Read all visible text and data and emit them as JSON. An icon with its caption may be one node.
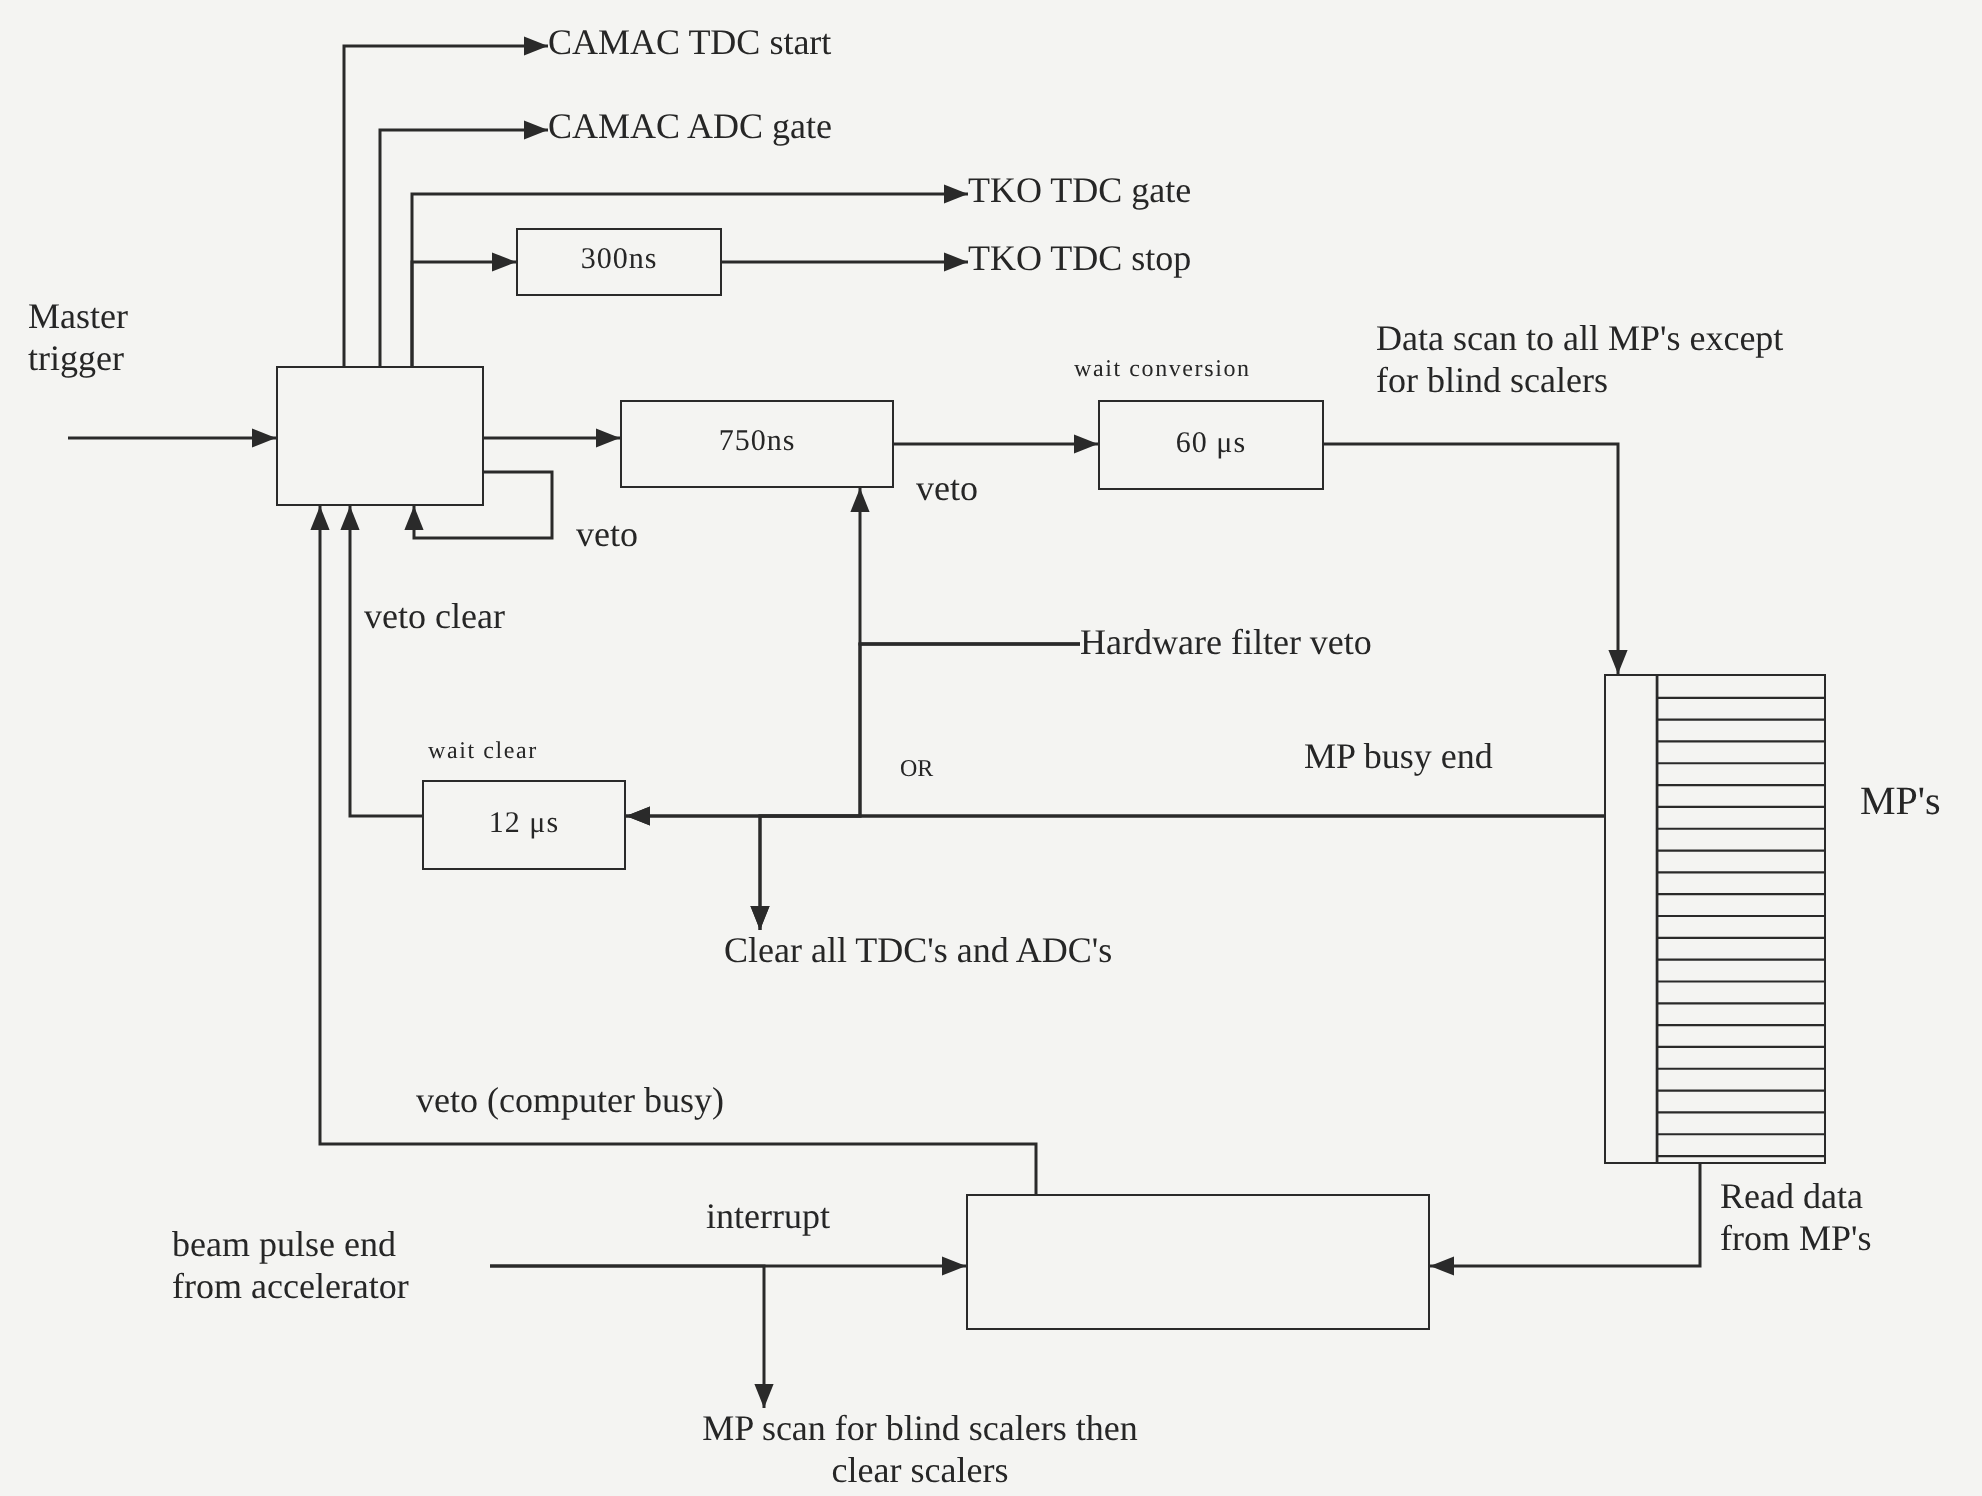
{
  "diagram": {
    "nodes": [
      {
        "text": [
          "Master trigger"
        ]
      },
      {
        "text": [],
        "shape": "box"
      },
      {
        "text": [
          "CAMAC TDC start"
        ]
      },
      {
        "text": [
          "CAMAC ADC gate"
        ]
      },
      {
        "text": [
          "TKO TDC gate"
        ]
      },
      {
        "text": [
          "300ns"
        ]
      },
      {
        "text": [
          "TKO TDC stop"
        ]
      },
      {
        "text": [
          "750ns"
        ]
      },
      {
        "text": [
          "60 μs"
        ],
        "beside": [
          "wait conversion"
        ]
      },
      {
        "text": [],
        "shape": "box",
        "beside": [
          "MP's"
        ]
      },
      {
        "text": [
          "Hardware filter veto"
        ]
      },
      {
        "text": [
          "12 μs"
        ],
        "beside": [
          "wait clear"
        ]
      },
      {
        "text": [
          "Clear all TDC's and ADC's"
        ]
      },
      {
        "text": [],
        "shape": "box"
      },
      {
        "text": [
          "beam pulse end from accelerator"
        ]
      },
      {
        "text": [
          "MP scan for blind scalers then clear scalers"
        ]
      }
    ],
    "edges": [
      {
        "from": 0,
        "to": 1,
        "arrow": "to"
      },
      {
        "from": 1,
        "to": 2,
        "arrow": "to"
      },
      {
        "from": 1,
        "to": 3,
        "arrow": "to"
      },
      {
        "from": 1,
        "to": 4,
        "arrow": "to"
      },
      {
        "from": 1,
        "to": 5,
        "arrow": "to"
      },
      {
        "from": 5,
        "to": 6,
        "arrow": "to"
      },
      {
        "from": 1,
        "to": 7,
        "arrow": "to"
      },
      {
        "from": 1,
        "to": 1,
        "arrow": "to",
        "label": "veto"
      },
      {
        "from": 7,
        "to": 8,
        "arrow": "to",
        "label": "veto"
      },
      {
        "from": 8,
        "to": 9,
        "arrow": "to",
        "label": "Data scan to all MP's except for blind scalers"
      },
      {
        "from": 10,
        "to": 7,
        "arrow": "to"
      },
      {
        "from": 10,
        "to": 11,
        "arrow": "to",
        "label": "OR"
      },
      {
        "from": 10,
        "to": 12,
        "arrow": "to"
      },
      {
        "from": 9,
        "to": 11,
        "arrow": "to",
        "label": "MP busy end"
      },
      {
        "from": 9,
        "to": 12,
        "arrow": "to"
      },
      {
        "from": 11,
        "to": 1,
        "arrow": "to",
        "label": "veto clear"
      },
      {
        "from": 13,
        "to": 1,
        "arrow": "to",
        "label": "veto (computer busy)"
      },
      {
        "from": 14,
        "to": 13,
        "arrow": "to",
        "label": "interrupt"
      },
      {
        "from": 14,
        "to": 15,
        "arrow": "to"
      },
      {
        "from": 9,
        "to": 13,
        "arrow": "to",
        "label": "Read data from MP's"
      }
    ]
  }
}
